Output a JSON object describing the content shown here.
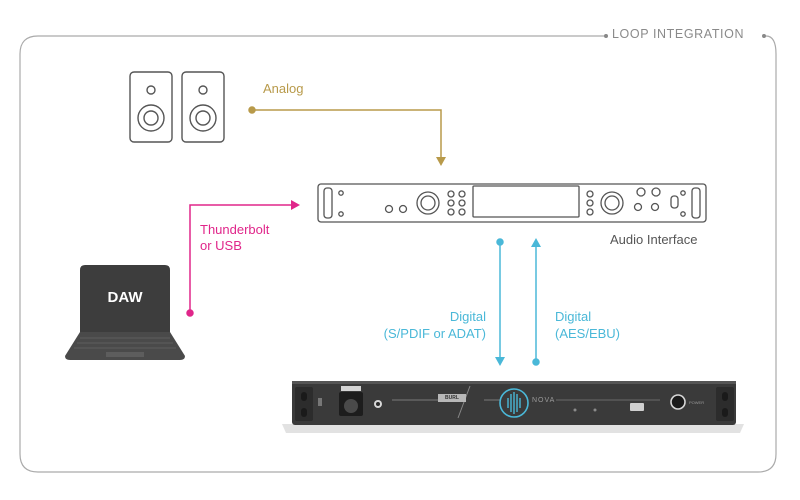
{
  "frame": {
    "title": "LOOP INTEGRATION"
  },
  "labels": {
    "analog": "Analog",
    "thunderbolt_line1": "Thunderbolt",
    "thunderbolt_line2": "or USB",
    "audio_interface": "Audio Interface",
    "digital_left_line1": "Digital",
    "digital_left_line2": "(S/PDIF or ADAT)",
    "digital_right_line1": "Digital",
    "digital_right_line2": "(AES/EBU)"
  },
  "laptop": {
    "screen_text": "DAW"
  },
  "nova": {
    "brand": "NOVA",
    "badge": "BURL",
    "power_label": "POWER"
  },
  "colors": {
    "frame": "#aaaaaa",
    "frame_text": "#8a8a8a",
    "analog": "#b89a4a",
    "thunderbolt": "#e0268a",
    "digital": "#4ab8d8",
    "interface_text": "#555555",
    "laptop_screen": "#3d3d3d"
  },
  "icons": {
    "speakers": "speaker-pair-icon",
    "interface": "rack-audio-interface-icon",
    "laptop": "laptop-icon",
    "nova": "rack-converter-icon"
  }
}
